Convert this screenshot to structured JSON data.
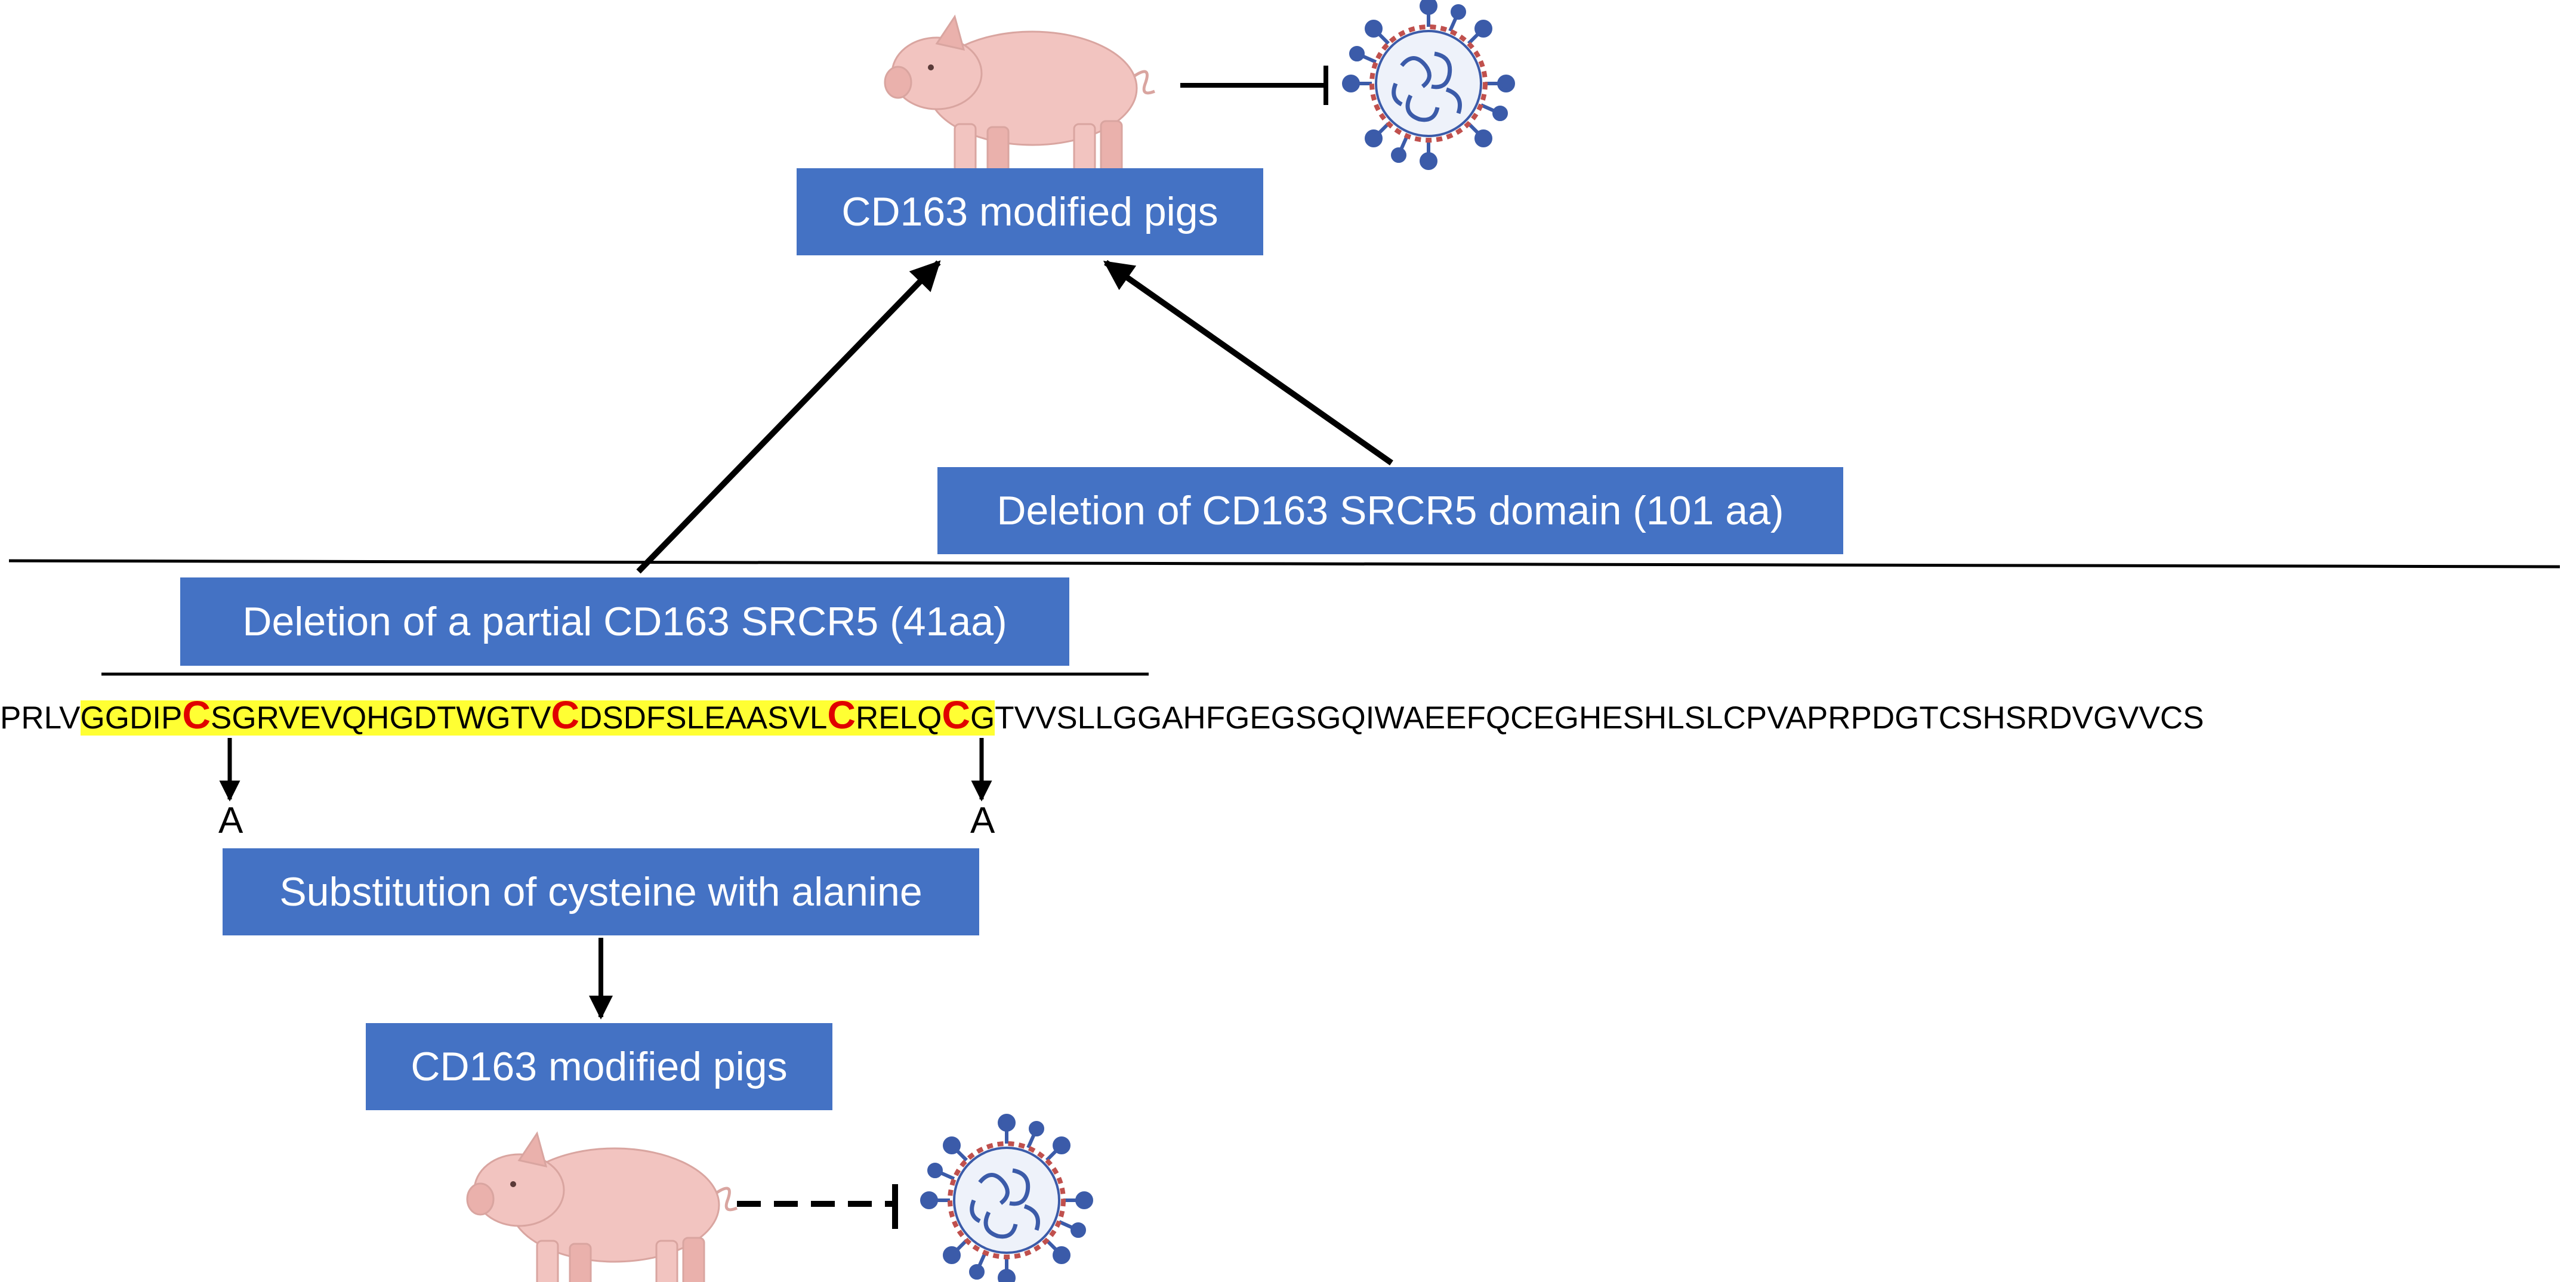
{
  "boxes": {
    "top_pigs": "CD163 modified pigs",
    "deletion_full": "Deletion of CD163 SRCR5 domain (101 aa)",
    "deletion_partial": "Deletion of a partial CD163 SRCR5 (41aa)",
    "substitution": "Substitution of cysteine with alanine",
    "bottom_pigs": "CD163 modified pigs"
  },
  "sequence": {
    "prefix": "PRLV",
    "highlighted": [
      {
        "text": "GGDIP",
        "cysteine": false
      },
      {
        "text": "C",
        "cysteine": true
      },
      {
        "text": "SGRVEVQHGDTWGTV",
        "cysteine": false
      },
      {
        "text": "C",
        "cysteine": true
      },
      {
        "text": "DSDFSLEAASVL",
        "cysteine": false
      },
      {
        "text": "C",
        "cysteine": true
      },
      {
        "text": "RELQ",
        "cysteine": false
      },
      {
        "text": "C",
        "cysteine": true
      },
      {
        "text": "G",
        "cysteine": false
      }
    ],
    "suffix": "TVVSLLGGAHFGEGSGQIWAEEFQCEGHESHLSLCPVAPRPDGTCSHSRDVGVVCS",
    "highlight_color": "#ffff33",
    "cysteine_color": "#e00000"
  },
  "substitutions": {
    "left": "A",
    "right": "A"
  },
  "icons": {
    "top_pig": "pig-icon",
    "top_virus": "virus-icon",
    "bottom_pig": "pig-icon",
    "bottom_virus": "virus-icon",
    "top_inhibition": "solid-inhibition-arrow",
    "bottom_inhibition": "dashed-inhibition-arrow"
  },
  "colors": {
    "box": "#4472c4",
    "box_text": "#ffffff",
    "pig_body": "#f2c4c0",
    "virus_spike": "#3b5ba9",
    "virus_membrane": "#c0504d"
  }
}
